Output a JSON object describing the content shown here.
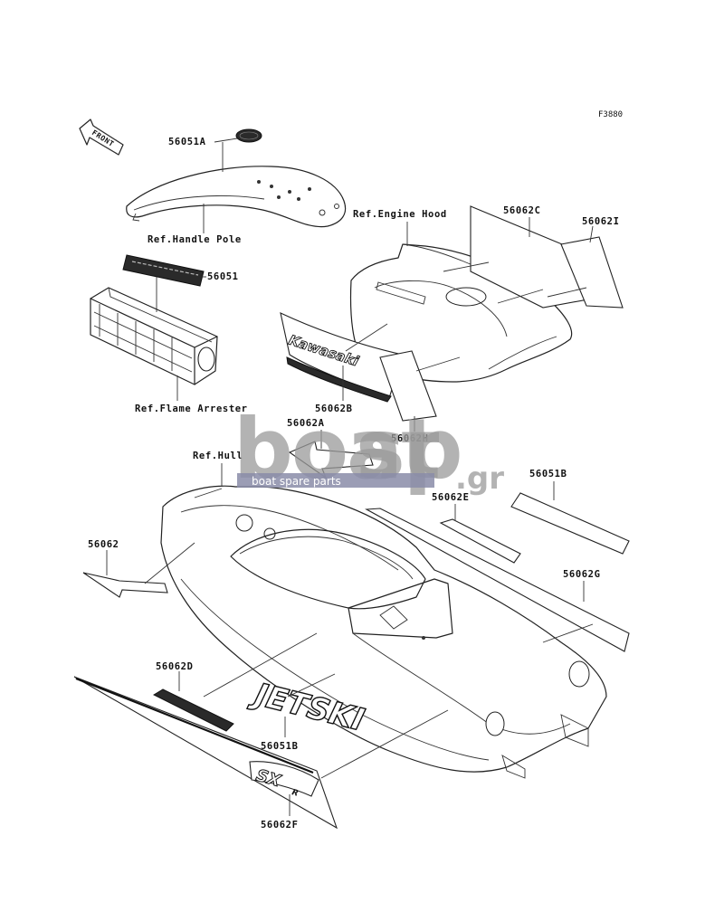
{
  "diagram": {
    "figure_code": "F3880",
    "front_label": "FRONT",
    "labels": {
      "p56051A": "56051A",
      "ref_handle_pole": "Ref.Handle Pole",
      "p56051": "56051",
      "ref_flame_arrester": "Ref.Flame Arrester",
      "ref_engine_hood": "Ref.Engine Hood",
      "p56062C": "56062C",
      "p56062I": "56062I",
      "p56062B": "56062B",
      "p56062H": "56062H",
      "p56062A": "56062A",
      "ref_hull": "Ref.Hull",
      "p56062E": "56062E",
      "p56051B_top": "56051B",
      "p56062": "56062",
      "p56062G": "56062G",
      "p56062D": "56062D",
      "p56051B_bottom": "56051B",
      "p56062F": "56062F"
    },
    "decal_text": {
      "kawasaki": "Kawasaki",
      "jetski": "JETSKI",
      "sx": "SX",
      "sx_sub": "R"
    }
  },
  "watermark": {
    "brand_left": "boat",
    "brand_right": "sp",
    "brand_suffix": ".gr",
    "tagline": "boat spare parts"
  }
}
